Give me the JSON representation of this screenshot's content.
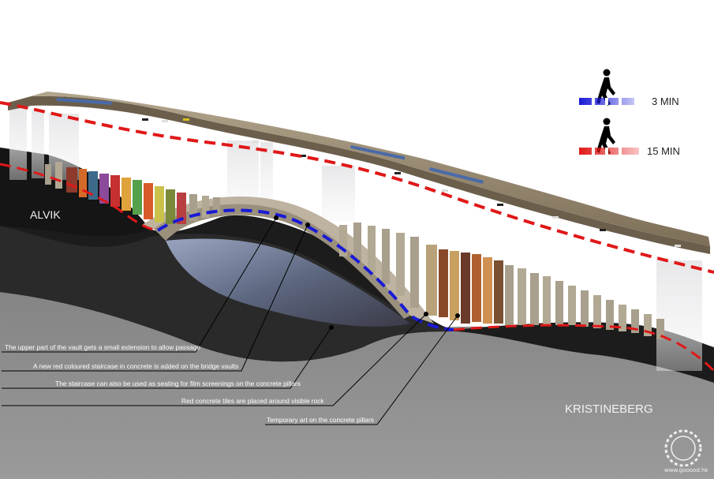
{
  "places": {
    "west": "ALVIK",
    "east": "KRISTINEBERG"
  },
  "legend": {
    "walk_fast": {
      "label": "3 MIN",
      "color": "#1a1ad6",
      "icon": "pedestrian-icon"
    },
    "walk_slow": {
      "label": "15 MIN",
      "color": "#e01818",
      "icon": "pedestrian-icon"
    }
  },
  "annotations": [
    "The upper part of the vault gets a small extension to allow passage",
    "A new red coloured staircase in concrete is added on the bridge vaults",
    "The staircase can also be used as seating for film screenings on the concrete pillars",
    "Red concrete tiles are placed around visible rock",
    "Temporary art on the concrete pillars"
  ],
  "watermark": {
    "logo": "gooood-logo",
    "text": "www.gooood.hk"
  },
  "colors": {
    "ground": "#1e1e1e",
    "ground_face": "#8a8a8a",
    "deck": "#8f8068",
    "water": "#6c7890"
  }
}
